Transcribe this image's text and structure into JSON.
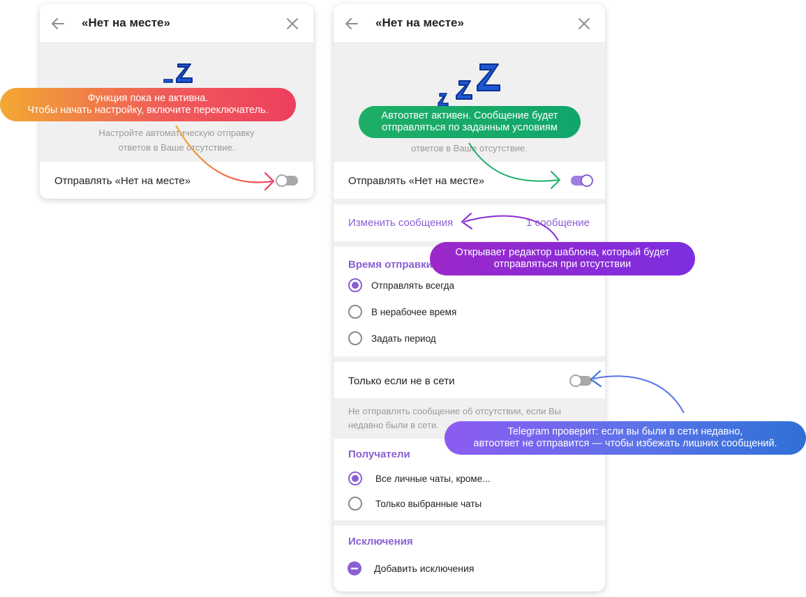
{
  "left_panel": {
    "title": "«Нет на месте»",
    "description_line1": "Настройте автоматическую отправку",
    "description_line2": "ответов в Ваше отсутствие.",
    "send_away_label": "Отправлять «Нет на месте»",
    "send_away_enabled": false
  },
  "right_panel": {
    "title": "«Нет на месте»",
    "description_line2": "ответов в Ваше отсутствие.",
    "send_away_label": "Отправлять «Нет на месте»",
    "send_away_enabled": true,
    "edit_messages_label": "Изменить сообщения",
    "messages_count": "1 сообщение",
    "send_time": {
      "title": "Время отправки",
      "options": [
        {
          "label": "Отправлять всегда",
          "selected": true
        },
        {
          "label": "В нерабочее время",
          "selected": false
        },
        {
          "label": "Задать период",
          "selected": false
        }
      ]
    },
    "offline_only": {
      "label": "Только если не в сети",
      "enabled": false,
      "hint_line1": "Не отправлять сообщение об отсутствии, если Вы",
      "hint_line2": "недавно были в сети."
    },
    "recipients": {
      "title": "Получатели",
      "options": [
        {
          "label": "Все личные чаты, кроме...",
          "selected": true
        },
        {
          "label": "Только выбранные чаты",
          "selected": false
        }
      ]
    },
    "exceptions": {
      "title": "Исключения",
      "add_label": "Добавить исключения"
    }
  },
  "callouts": {
    "inactive": {
      "line1": "Функция пока не активна.",
      "line2": "Чтобы начать настройку, включите переключатель."
    },
    "active": {
      "line1": "Автоответ активен. Сообщение будет",
      "line2": "отправляться по заданным условиям"
    },
    "editor": {
      "line1": "Открывает редактор шаблона, который будет",
      "line2": "отправляться при отсутствии"
    },
    "telegram": {
      "line1": "Telegram проверит: если вы были в сети недавно,",
      "line2": "автоответ не отправится — чтобы избежать лишних сообщений."
    }
  },
  "colors": {
    "accent": "#8a5fd4",
    "orange_gradient_start": "#f2a933",
    "orange_gradient_end": "#ee3f5e",
    "green": "#1dae67",
    "purple": "#8a2ad6",
    "blue": "#2e70d5"
  },
  "icons": {
    "back": "arrow-left-icon",
    "close": "close-icon",
    "sleep": "zzz-icon",
    "minus": "minus-circle-icon"
  }
}
